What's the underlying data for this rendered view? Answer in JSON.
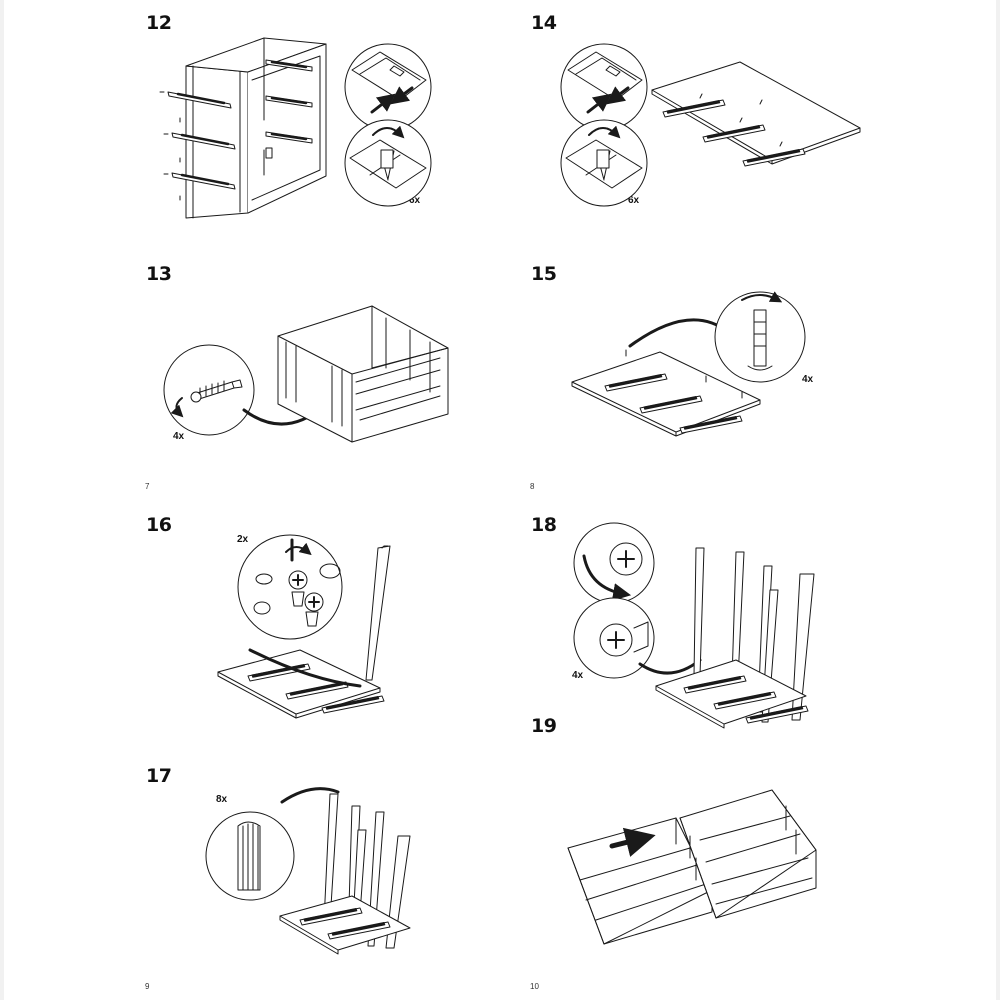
{
  "steps": [
    {
      "number": "12",
      "count": "6x"
    },
    {
      "number": "14",
      "count": "6x"
    },
    {
      "number": "13",
      "count": "4x"
    },
    {
      "number": "15",
      "count": "4x"
    },
    {
      "number": "16",
      "count": "2x"
    },
    {
      "number": "18",
      "count": "4x"
    },
    {
      "number": "19"
    },
    {
      "number": "17",
      "count": "8x"
    }
  ],
  "page_numbers": [
    "7",
    "8",
    "9",
    "10"
  ],
  "colors": {
    "line": "#1a1a1a",
    "paper": "#ffffff",
    "edge_strip": "#f1f1f1"
  }
}
